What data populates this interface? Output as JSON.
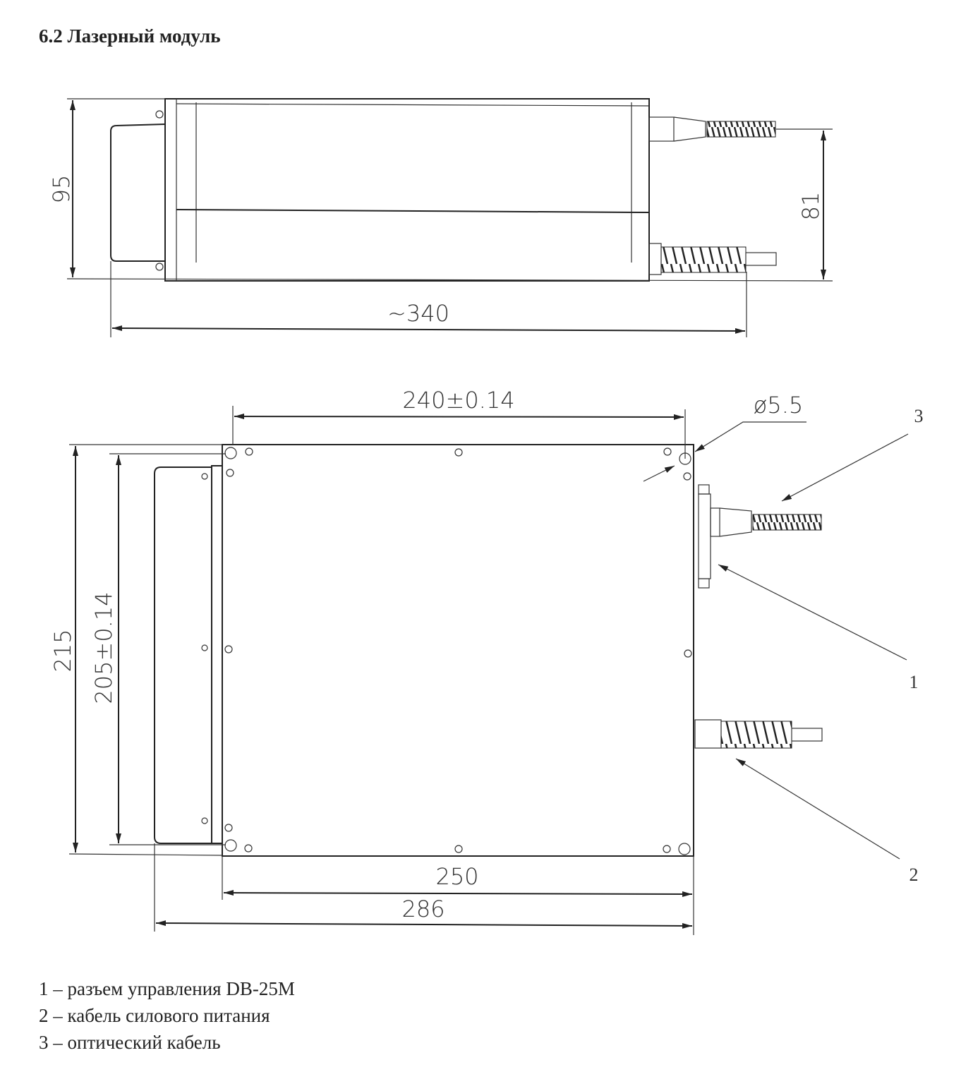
{
  "heading": "6.2 Лазерный модуль",
  "side_view": {
    "height_dim": "95",
    "fiber_spacing_dim": "81",
    "length_dim": "~340"
  },
  "top_view": {
    "hole_spacing_x": "240±0.14",
    "hole_diameter": "ø5.5",
    "height_dim": "215",
    "hole_spacing_y": "205±0.14",
    "plate_width": "250",
    "total_width": "286",
    "callouts": [
      "1",
      "2",
      "3"
    ]
  },
  "legend": [
    "1 – разъем управления DB-25M",
    "2 – кабель силового питания",
    "3 – оптический кабель"
  ]
}
